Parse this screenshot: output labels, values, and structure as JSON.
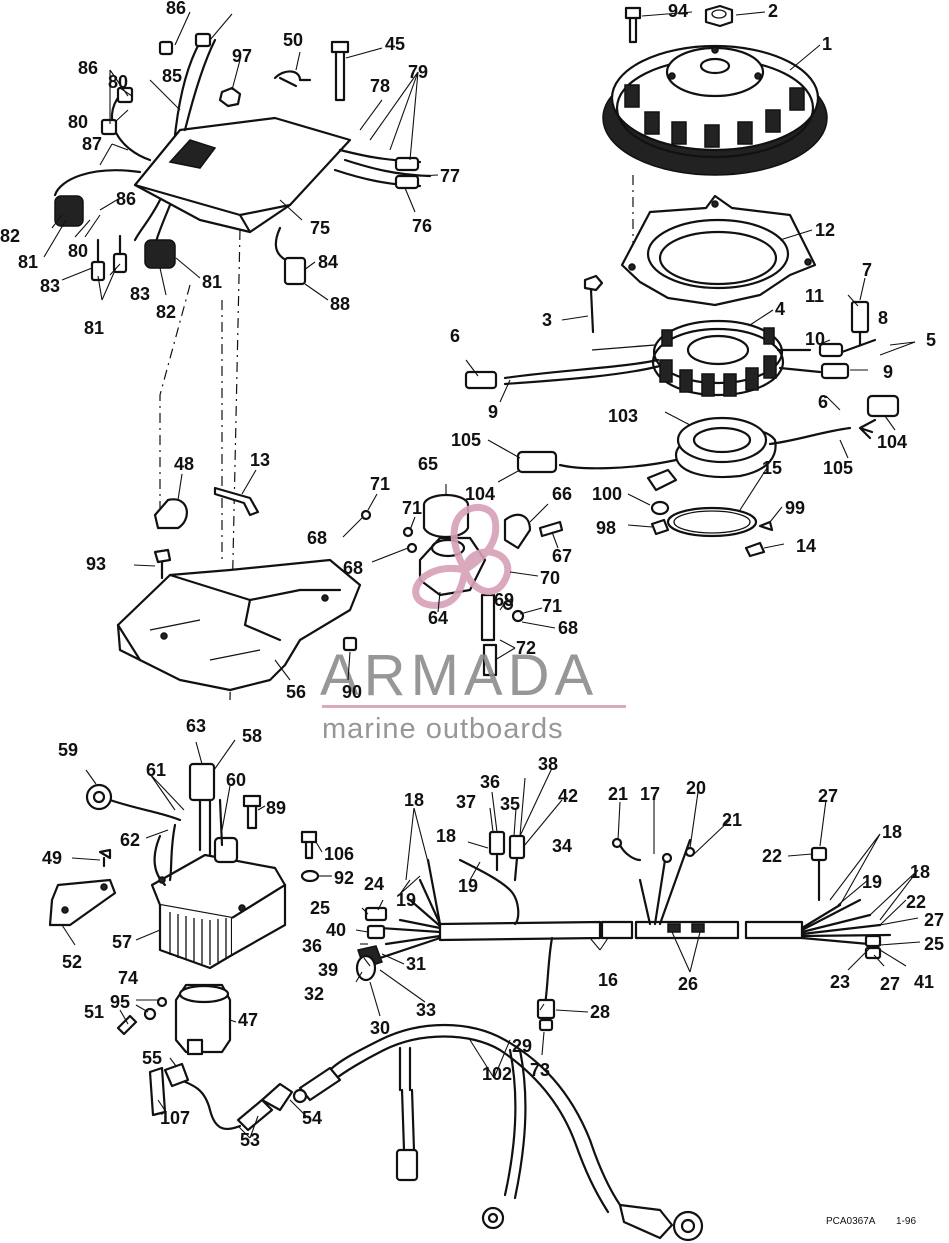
{
  "diagram": {
    "callouts": [
      "1",
      "2",
      "3",
      "4",
      "5",
      "6",
      "7",
      "8",
      "9",
      "10",
      "11",
      "12",
      "13",
      "14",
      "15",
      "16",
      "17",
      "18",
      "19",
      "20",
      "21",
      "22",
      "23",
      "24",
      "25",
      "26",
      "27",
      "28",
      "29",
      "30",
      "31",
      "32",
      "33",
      "34",
      "35",
      "36",
      "37",
      "38",
      "39",
      "40",
      "41",
      "42",
      "45",
      "47",
      "48",
      "49",
      "50",
      "51",
      "52",
      "53",
      "54",
      "55",
      "56",
      "57",
      "58",
      "59",
      "60",
      "61",
      "62",
      "63",
      "64",
      "65",
      "66",
      "67",
      "68",
      "69",
      "70",
      "71",
      "72",
      "73",
      "74",
      "75",
      "76",
      "77",
      "78",
      "79",
      "80",
      "81",
      "82",
      "83",
      "84",
      "85",
      "86",
      "87",
      "88",
      "89",
      "90",
      "92",
      "93",
      "94",
      "95",
      "97",
      "98",
      "99",
      "100",
      "102",
      "103",
      "104",
      "105",
      "106",
      "107"
    ],
    "figure_code": "PCA0367A",
    "figure_date": "1-96"
  },
  "watermark": {
    "brand": "ARMADA",
    "tagline": "marine outboards",
    "logo_color": "#d7a0b8",
    "text_color": "#8c8c8c"
  },
  "colors": {
    "line": "#111111",
    "background": "#ffffff"
  }
}
